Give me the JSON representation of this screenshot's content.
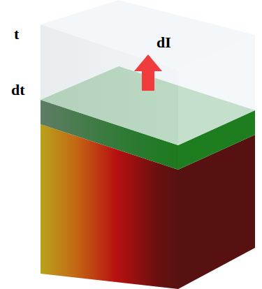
{
  "diagram": {
    "labels": [
      "t",
      "dt",
      "dI"
    ]
  }
}
